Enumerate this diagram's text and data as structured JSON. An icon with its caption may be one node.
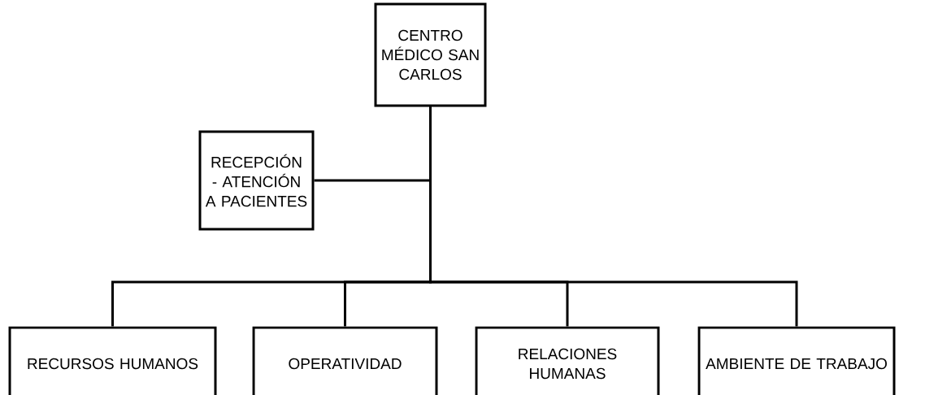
{
  "diagram": {
    "nodes": [
      {
        "text": [
          "CENTRO MÉDICO SAN CARLOS"
        ]
      },
      {
        "text": [
          "RECEPCIÓN - ATENCIÓN A PACIENTES"
        ]
      },
      {
        "text": [
          "RECURSOS HUMANOS"
        ]
      },
      {
        "text": [
          "OPERATIVIDAD"
        ]
      },
      {
        "text": [
          "RELACIONES HUMANAS"
        ]
      },
      {
        "text": [
          "AMBIENTE DE TRABAJO"
        ]
      }
    ],
    "edges": [
      {
        "from": 0,
        "to": 1,
        "arrow": "none"
      },
      {
        "from": 0,
        "to": 2,
        "arrow": "none"
      },
      {
        "from": 0,
        "to": 3,
        "arrow": "none"
      },
      {
        "from": 0,
        "to": 4,
        "arrow": "none"
      },
      {
        "from": 0,
        "to": 5,
        "arrow": "none"
      }
    ]
  }
}
